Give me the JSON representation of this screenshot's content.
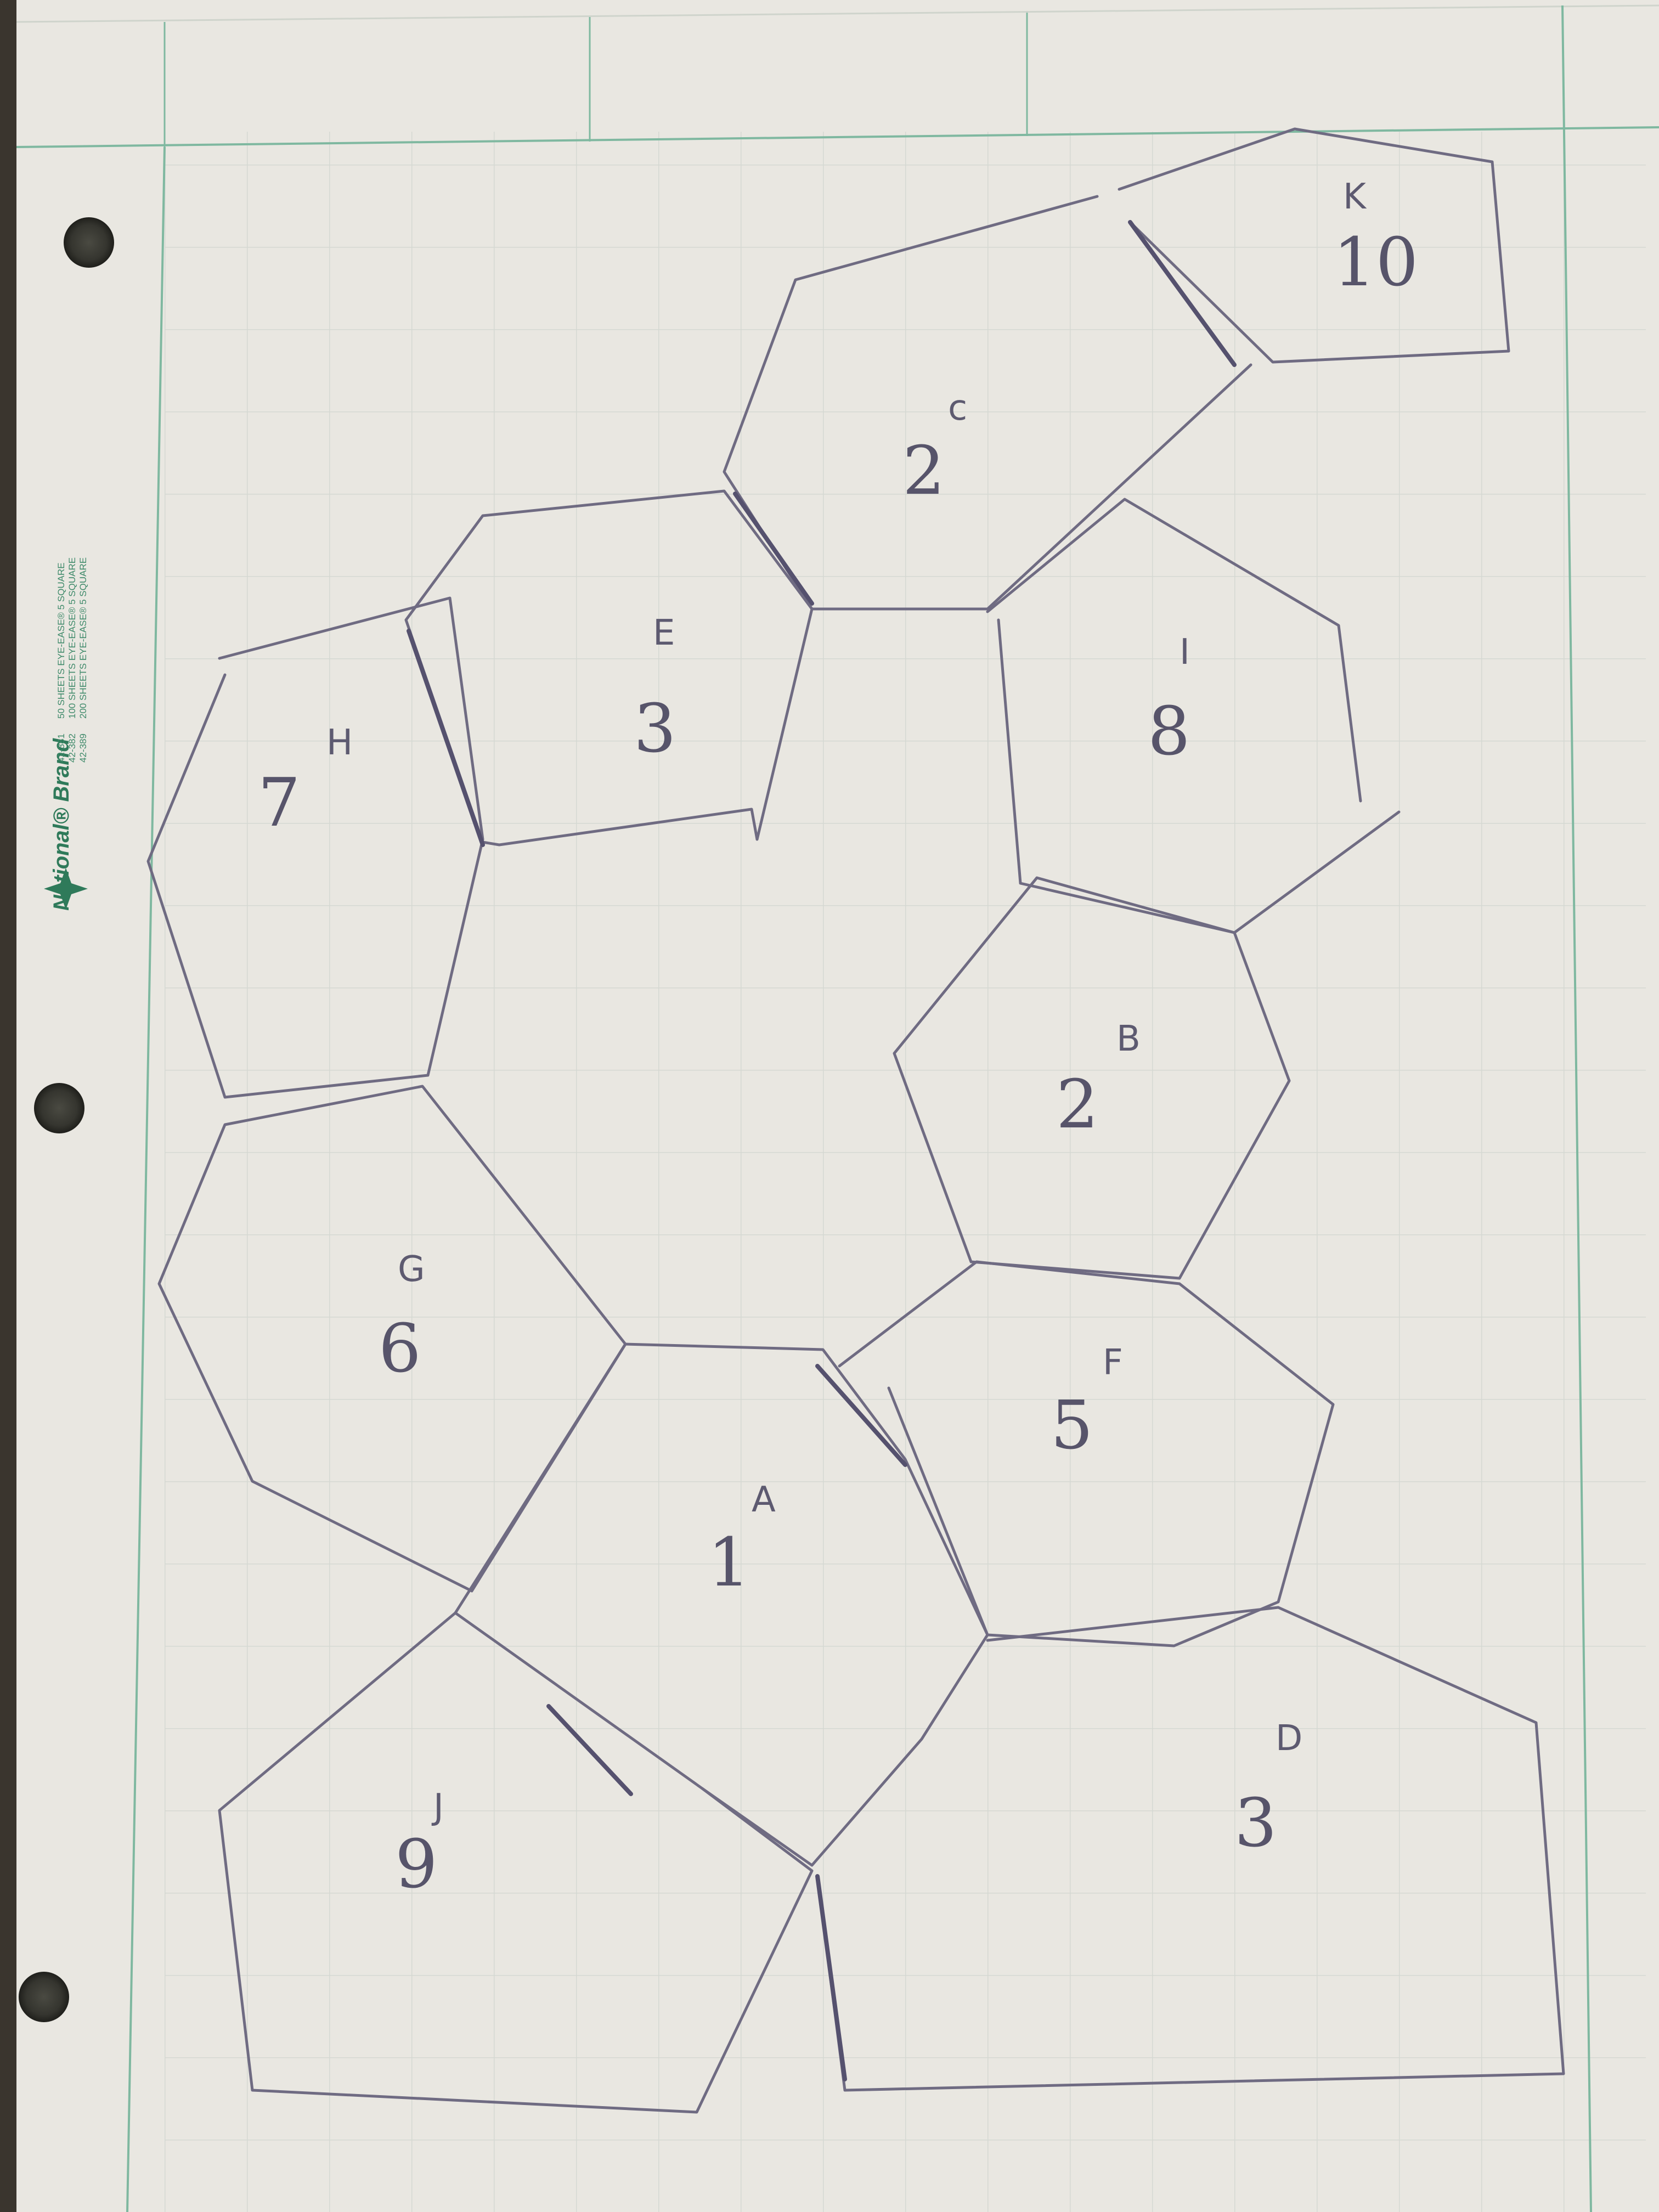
{
  "paper": {
    "brand": "National® Brand",
    "stock_numbers": [
      "42-381",
      "42-382",
      "42-389"
    ],
    "stock_descriptions": [
      "50 SHEETS EYE-EASE® 5 SQUARE",
      "100 SHEETS EYE-EASE® 5 SQUARE",
      "200 SHEETS EYE-EASE® 5 SQUARE"
    ],
    "colors": {
      "paper": "#e9e7e1",
      "grid": "#d6d9d3",
      "margin_line": "#7fb8a0",
      "pencil": "#6f6b82"
    }
  },
  "sketch": {
    "cells": [
      {
        "id": "K",
        "letter": "K",
        "number": "10"
      },
      {
        "id": "C",
        "letter": "c",
        "number": "2"
      },
      {
        "id": "E",
        "letter": "E",
        "number": "3"
      },
      {
        "id": "I",
        "letter": "I",
        "number": "8"
      },
      {
        "id": "H",
        "letter": "H",
        "number": "7"
      },
      {
        "id": "B",
        "letter": "B",
        "number": "2"
      },
      {
        "id": "G",
        "letter": "G",
        "number": "6"
      },
      {
        "id": "F",
        "letter": "F",
        "number": "5"
      },
      {
        "id": "A",
        "letter": "A",
        "number": "1"
      },
      {
        "id": "J",
        "letter": "J",
        "number": "9"
      },
      {
        "id": "D",
        "letter": "D",
        "number": "3"
      }
    ]
  }
}
